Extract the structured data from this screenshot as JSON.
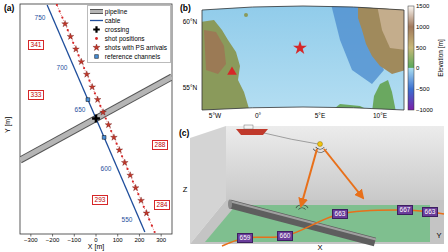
{
  "diagram": {
    "nodes": [
      {
        "text": [
          "341"
        ]
      },
      {
        "text": [
          "333"
        ]
      },
      {
        "text": [
          "288"
        ]
      },
      {
        "text": [
          "293"
        ]
      },
      {
        "text": [
          "284"
        ]
      },
      {
        "text": [
          "659"
        ]
      },
      {
        "text": [
          "660"
        ]
      },
      {
        "text": [
          "663"
        ]
      },
      {
        "text": [
          "667"
        ]
      },
      {
        "text": [
          "663"
        ]
      }
    ],
    "labels": [
      "(a)",
      "Y [m]",
      "X [m]",
      "−300",
      "−200",
      "−100",
      "0",
      "100",
      "200",
      "300",
      "750",
      "700",
      "650",
      "600",
      "550",
      "(b)",
      "60°N",
      "55°N",
      "5°W",
      "0°",
      "5°E",
      "10°E",
      "1500",
      "1000",
      "500",
      "0",
      "−500",
      "−1000",
      "Elevation [m]",
      "(c)",
      "Z",
      "X",
      "Y"
    ],
    "legend": [
      {
        "text": "pipeline"
      },
      {
        "text": "cable"
      },
      {
        "text": "crossing"
      },
      {
        "text": "shot positions"
      },
      {
        "text": "shots with PS arrivals"
      },
      {
        "text": "reference channels"
      }
    ]
  }
}
